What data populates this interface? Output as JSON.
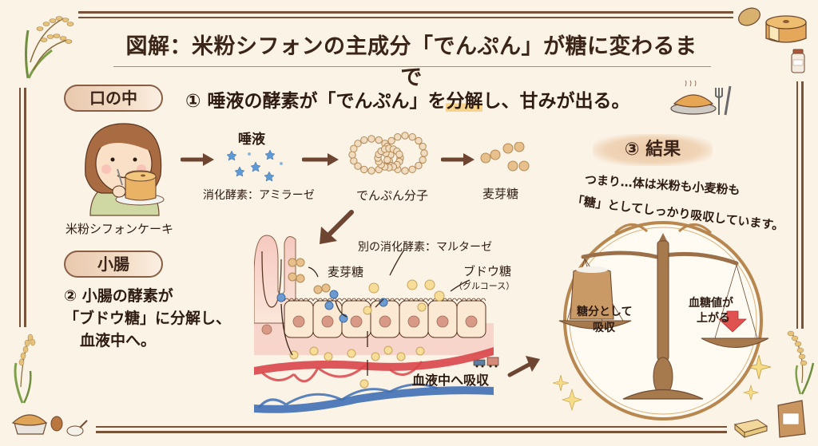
{
  "title": "図解：米粉シフォンの主成分「でんぷん」が糖に変わるまで",
  "mouth": {
    "section_label": "口の中",
    "step_text_pre": "① 唾液の酵素が「でんぷん」を",
    "step_text_highlight": "分解",
    "step_text_post": "し、甘みが出る。",
    "cake_label": "米粉シフォンケーキ",
    "saliva_label": "唾液",
    "enzyme_label": "消化酵素：アミラーゼ",
    "starch_label": "でんぷん分子",
    "maltose_label": "麦芽糖"
  },
  "intestine": {
    "section_label": "小腸",
    "step_line1": "② 小腸の酵素が",
    "step_line2": "「ブドウ糖」に分解し、",
    "step_line3": "血液中へ。",
    "maltose_label": "麦芽糖",
    "enzyme_label": "別の消化酵素：マルターゼ",
    "glucose_label": "ブドウ糖",
    "glucose_sub": "（グルコース）",
    "absorb_label": "血液中へ吸収"
  },
  "result": {
    "section_label": "③ 結果",
    "line1": "つまり…体は米粉も小麦粉も",
    "line2": "「糖」としてしっかり吸収しています。",
    "left_pan_line1": "糖分として",
    "left_pan_line2": "吸収",
    "right_pan_line1": "血糖値が",
    "right_pan_line2": "上がる"
  },
  "colors": {
    "frame": "#7a5238",
    "background": "#fbf3e6",
    "arrow": "#6e4530",
    "highlight": "#f6d48d",
    "glucose": "#f5d98a",
    "enzyme_blue": "#6c9bd2",
    "artery": "#d9464a",
    "vein": "#3f6fb5",
    "down_arrow": "#e0524f"
  }
}
